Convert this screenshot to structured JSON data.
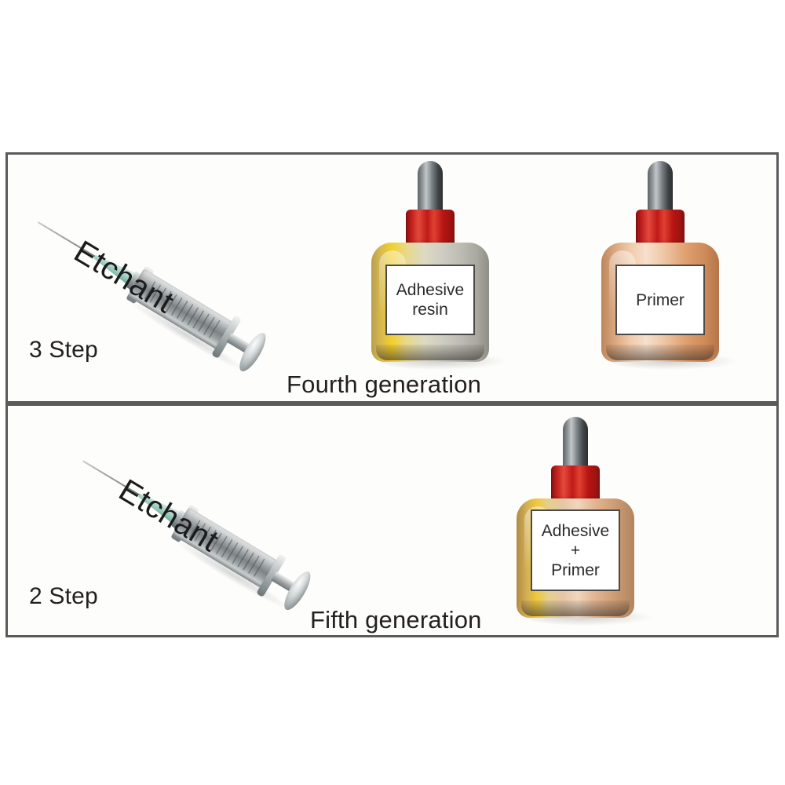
{
  "figure": {
    "title": "Dentin bonding agent generations diagram",
    "background_color": "#ffffff",
    "border_color": "#5a5a5a"
  },
  "panels": [
    {
      "id": "fourth-generation",
      "step_label": "3 Step",
      "generation_label": "Fourth generation",
      "items": [
        {
          "type": "syringe",
          "label": "Etchant"
        },
        {
          "type": "dropper-bottle",
          "label_lines": [
            "Adhesive",
            "resin"
          ],
          "tint": "gold",
          "cap_color": "#c01a18",
          "bulb_color": "#3e4346"
        },
        {
          "type": "dropper-bottle",
          "label_lines": [
            "Primer"
          ],
          "tint": "peach",
          "cap_color": "#c01a18",
          "bulb_color": "#3e4346"
        }
      ]
    },
    {
      "id": "fifth-generation",
      "step_label": "2 Step",
      "generation_label": "Fifth generation",
      "items": [
        {
          "type": "syringe",
          "label": "Etchant"
        },
        {
          "type": "dropper-bottle",
          "label_lines": [
            "Adhesive",
            "+",
            "Primer"
          ],
          "tint": "mixed",
          "cap_color": "#c01a18",
          "bulb_color": "#3e4346"
        }
      ]
    }
  ],
  "text": {
    "step_3": "3 Step",
    "step_2": "2 Step",
    "gen_fourth": "Fourth generation",
    "gen_fifth": "Fifth generation",
    "etchant_top": "Etchant",
    "etchant_bottom": "Etchant",
    "adhesive_resin_line1": "Adhesive",
    "adhesive_resin_line2": "resin",
    "primer_line1": "Primer",
    "combo_line1": "Adhesive",
    "combo_line2": "+",
    "combo_line3": "Primer"
  }
}
